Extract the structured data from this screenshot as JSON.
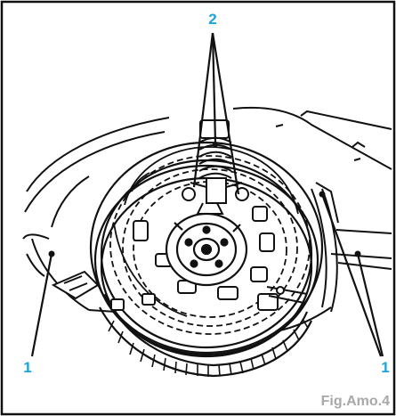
{
  "figure": {
    "caption": "Fig.Amo.4",
    "callouts": [
      {
        "id": "2",
        "label": "2"
      },
      {
        "id": "1-left",
        "label": "1"
      },
      {
        "id": "1-right",
        "label": "1"
      }
    ],
    "colors": {
      "callout": "#1aa3dc",
      "caption": "#a8a8a8",
      "ink": "#111111",
      "frame": "#111111",
      "background": "#ffffff"
    }
  }
}
